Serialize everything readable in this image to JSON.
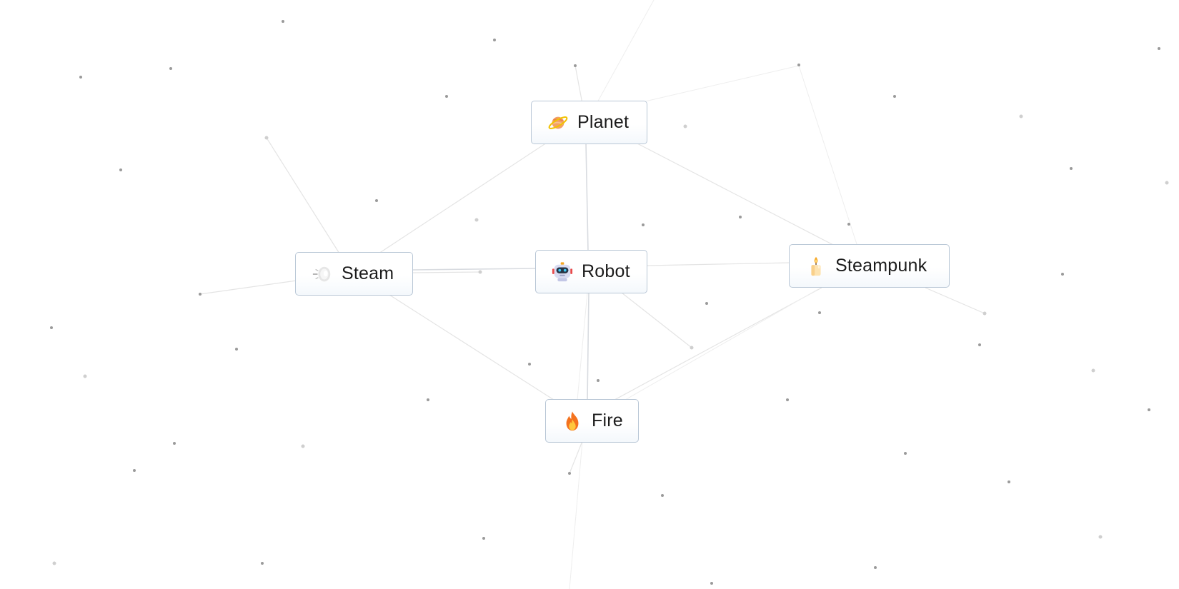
{
  "elements": [
    {
      "id": "planet",
      "label": "Planet",
      "icon": "planet-icon"
    },
    {
      "id": "steam",
      "label": "Steam",
      "icon": "steam-icon"
    },
    {
      "id": "robot",
      "label": "Robot",
      "icon": "robot-icon"
    },
    {
      "id": "steampunk",
      "label": "Steampunk",
      "icon": "candle-icon"
    },
    {
      "id": "fire",
      "label": "Fire",
      "icon": "fire-icon"
    }
  ],
  "colors": {
    "tile_border": "#b9c7d6",
    "tile_text": "#1b1b1b",
    "link_line": "#e4e4e4",
    "star_dot": "#9a9a9a"
  }
}
